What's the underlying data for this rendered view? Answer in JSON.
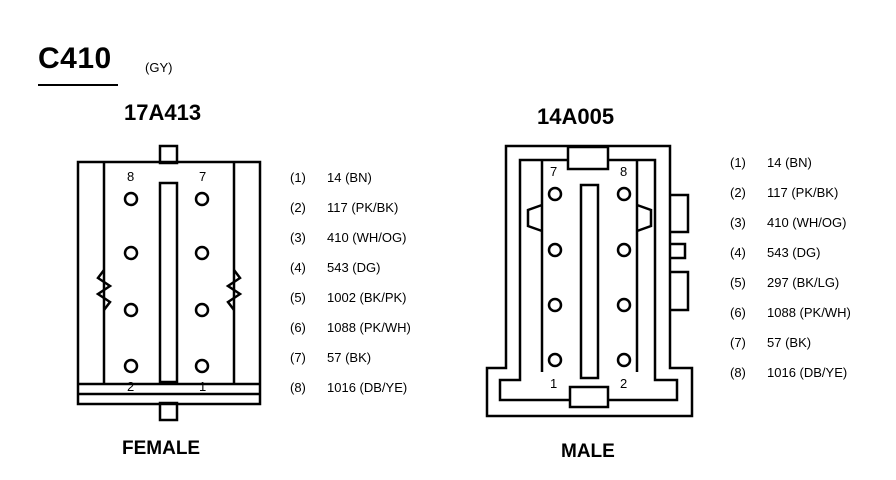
{
  "header": {
    "connector_id": "C410",
    "connector_color": "(GY)"
  },
  "female": {
    "part_number": "17A413",
    "label": "FEMALE",
    "face_numbers": {
      "top_left": "8",
      "top_right": "7",
      "bottom_left": "2",
      "bottom_right": "1"
    },
    "pins": [
      {
        "num": "(1)",
        "circuit": "14 (BN)"
      },
      {
        "num": "(2)",
        "circuit": "117 (PK/BK)"
      },
      {
        "num": "(3)",
        "circuit": "410 (WH/OG)"
      },
      {
        "num": "(4)",
        "circuit": "543 (DG)"
      },
      {
        "num": "(5)",
        "circuit": "1002 (BK/PK)"
      },
      {
        "num": "(6)",
        "circuit": "1088 (PK/WH)"
      },
      {
        "num": "(7)",
        "circuit": "57 (BK)"
      },
      {
        "num": "(8)",
        "circuit": "1016 (DB/YE)"
      }
    ]
  },
  "male": {
    "part_number": "14A005",
    "label": "MALE",
    "face_numbers": {
      "top_left": "7",
      "top_right": "8",
      "bottom_left": "1",
      "bottom_right": "2"
    },
    "pins": [
      {
        "num": "(1)",
        "circuit": "14 (BN)"
      },
      {
        "num": "(2)",
        "circuit": "117 (PK/BK)"
      },
      {
        "num": "(3)",
        "circuit": "410 (WH/OG)"
      },
      {
        "num": "(4)",
        "circuit": "543 (DG)"
      },
      {
        "num": "(5)",
        "circuit": "297 (BK/LG)"
      },
      {
        "num": "(6)",
        "circuit": "1088 (PK/WH)"
      },
      {
        "num": "(7)",
        "circuit": "57 (BK)"
      },
      {
        "num": "(8)",
        "circuit": "1016 (DB/YE)"
      }
    ]
  }
}
